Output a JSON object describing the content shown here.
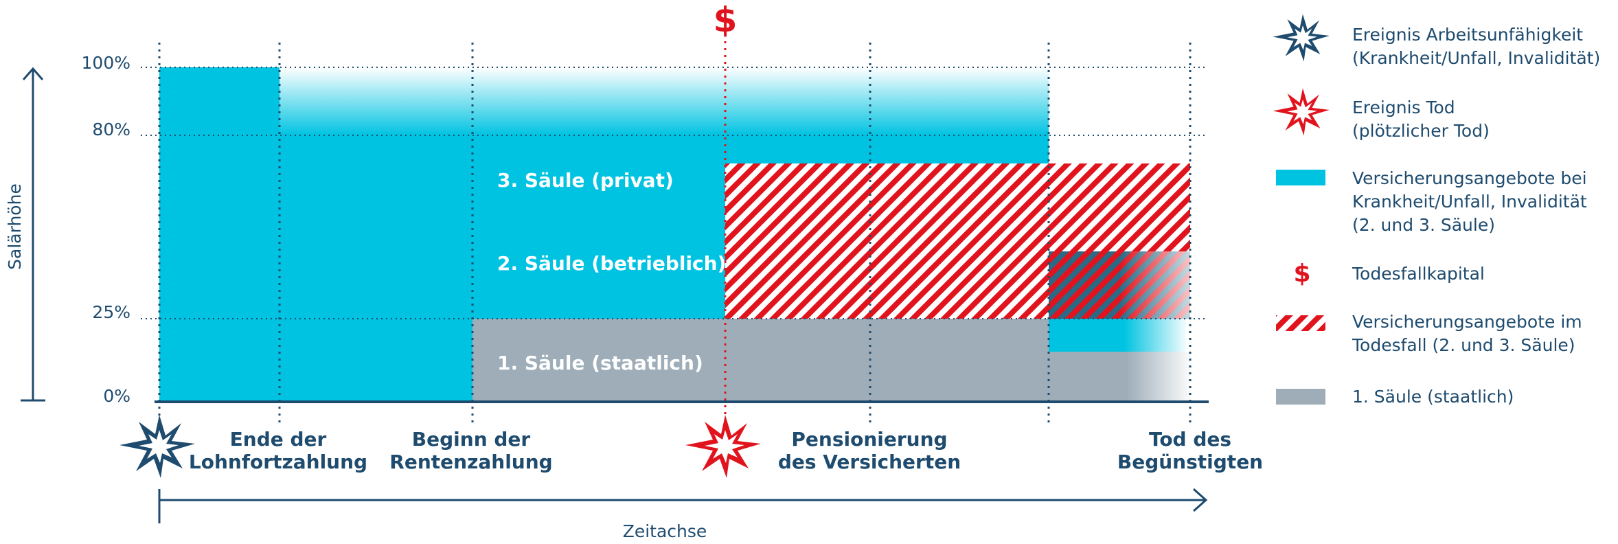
{
  "colors": {
    "navy": "#1e4b6e",
    "cyan": "#00c3e1",
    "grey": "#9eadb8",
    "red": "#e1141e",
    "gridline": "#1e4b6e"
  },
  "diagram": {
    "y_axis_label": "Salärhöhe",
    "x_axis_label": "Zeitachse",
    "percent_labels": [
      "100%",
      "80%",
      "25%",
      "0%"
    ],
    "pillar_labels": {
      "third": "3. Säule (privat)",
      "second": "2. Säule (betrieblich)",
      "first": "1. Säule (staatlich)"
    },
    "milestones": [
      {
        "line1": "Ende der",
        "line2": "Lohnfortzahlung"
      },
      {
        "line1": "Beginn der",
        "line2": "Rentenzahlung"
      },
      {
        "line1": "Pensionierung",
        "line2": "des Versicherten"
      },
      {
        "line1": "Tod des",
        "line2": "Begünstigten"
      }
    ],
    "dollar_symbol": "$",
    "event_icons": [
      "starburst-blue-icon",
      "starburst-red-icon",
      "dollar-icon"
    ]
  },
  "legend": [
    {
      "icon": "starburst-blue-icon",
      "line1": "Ereignis Arbeitsunfähigkeit",
      "line2": "(Krankheit/Unfall, Invalidität)"
    },
    {
      "icon": "starburst-red-icon",
      "line1": "Ereignis Tod",
      "line2": "(plötzlicher Tod)"
    },
    {
      "icon": "cyan-bar-icon",
      "line1": "Versicherungsangebote bei",
      "line2": "Krankheit/Unfall, Invalidität",
      "line3": "(2. und 3. Säule)"
    },
    {
      "icon": "dollar-icon",
      "symbol": "$",
      "line1": "Todesfallkapital"
    },
    {
      "icon": "red-hatch-icon",
      "line1": "Versicherungsangebote im",
      "line2": "Todesfall (2. und 3. Säule)"
    },
    {
      "icon": "grey-bar-icon",
      "line1": "1. Säule (staatlich)"
    }
  ]
}
